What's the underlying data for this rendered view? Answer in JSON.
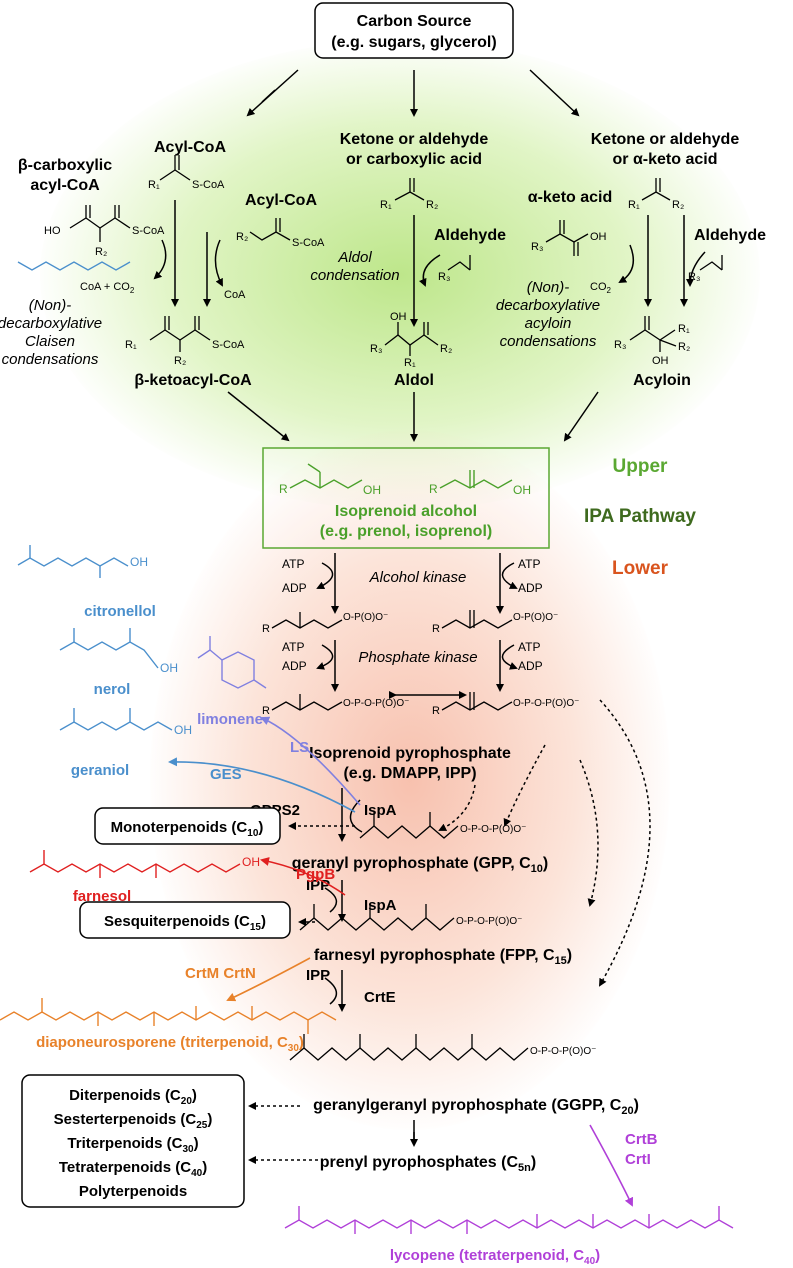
{
  "carbon_source": {
    "line1": "Carbon Source",
    "line2": "(e.g. sugars, glycerol)"
  },
  "upper": {
    "left": {
      "header": "Acyl-CoA",
      "beta_label1": "β-carboxylic",
      "beta_label2": "acyl-CoA",
      "reactant_label": "Acyl-CoA",
      "byproduct_left": "CoA + CO",
      "byproduct_left_sub": "2",
      "byproduct_right": "CoA",
      "reaction1": "(Non)-",
      "reaction2": "decarboxylative",
      "reaction3": "Claisen",
      "reaction4": "condensations",
      "product": "β-ketoacyl-CoA"
    },
    "middle": {
      "header1": "Ketone or aldehyde",
      "header2": "or carboxylic acid",
      "reactant_label": "Aldehyde",
      "reaction1": "Aldol",
      "reaction2": "condensation",
      "product": "Aldol"
    },
    "right": {
      "header1": "Ketone or aldehyde",
      "header2": "or α-keto acid",
      "keto_label": "α-keto acid",
      "reactant_label": "Aldehyde",
      "byproduct": "CO",
      "byproduct_sub": "2",
      "reaction1": "(Non)-",
      "reaction2": "decarboxylative",
      "reaction3": "acyloin",
      "reaction4": "condensations",
      "product": "Acyloin"
    }
  },
  "isoprenoid_alcohol": {
    "line1": "Isoprenoid alcohol",
    "line2": "(e.g. prenol, isoprenol)"
  },
  "pathway_labels": {
    "upper": "Upper",
    "ipa": "IPA Pathway",
    "lower": "Lower"
  },
  "lower": {
    "atp": "ATP",
    "adp": "ADP",
    "alcohol_kinase": "Alcohol kinase",
    "phosphate_kinase": "Phosphate kinase",
    "ipp_label1": "Isoprenoid pyrophosphate",
    "ipp_label2": "(e.g. DMAPP, IPP)",
    "gpps2": "GPPS2",
    "ispa": "IspA",
    "gpp": "geranyl pyrophosphate (GPP, C",
    "gpp_sub": "10",
    "ipp": "IPP",
    "fpp": "farnesyl pyrophosphate (FPP,  C",
    "fpp_sub": "15",
    "crte": "CrtE",
    "ggpp": "geranylgeranyl pyrophosphate (GGPP,  C",
    "ggpp_sub": "20",
    "prenyl": "prenyl pyrophosphates (C",
    "prenyl_sub": "5n"
  },
  "products": {
    "citronellol": "citronellol",
    "nerol": "nerol",
    "geraniol": "geraniol",
    "limonene": "limonene",
    "ges": "GES",
    "ls": "LS",
    "farnesol": "farnesol",
    "pgpb": "PgpB",
    "crtm": "CrtM CrtN",
    "diaponeurosporene": "diaponeurosporene (triterpenoid, C",
    "diaponeurosporene_sub": "30",
    "crtb": "CrtB",
    "crti": "CrtI",
    "lycopene": "lycopene (tetraterpenoid, C",
    "lycopene_sub": "40"
  },
  "boxes": {
    "monoterpenoids": "Monoterpenoids (C",
    "monoterpenoids_sub": "10",
    "sesquiterpenoids": "Sesquiterpenoids (C",
    "sesquiterpenoids_sub": "15",
    "terpenoid_classes": [
      {
        "text": "Diterpenoids (C",
        "sub": "20"
      },
      {
        "text": "Sesterterpenoids (C",
        "sub": "25"
      },
      {
        "text": "Triterpenoids (C",
        "sub": "30"
      },
      {
        "text": "Tetraterpenoids (C",
        "sub": "40"
      },
      {
        "text": "Polyterpenoids",
        "sub": ""
      }
    ]
  },
  "colors": {
    "upper_green": "#5aa832",
    "ipa_green": "#3e6a1e",
    "lower_orange": "#d9541e",
    "blue": "#4a8fcc",
    "lavender": "#8080e0",
    "red": "#e02020",
    "orange": "#e8822a",
    "magenta": "#b040d8",
    "alcohol_green": "#4aa02a"
  }
}
